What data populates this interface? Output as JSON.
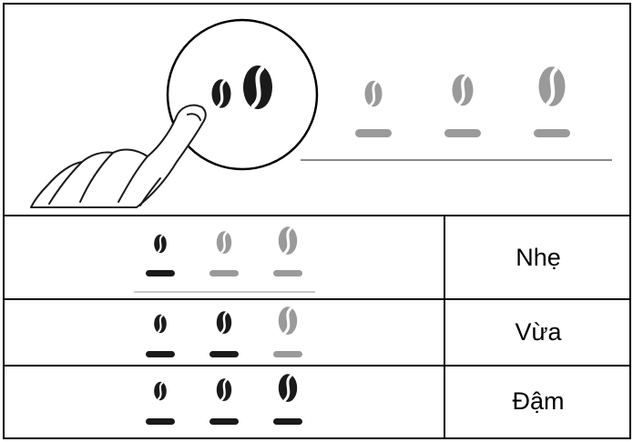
{
  "colors": {
    "active": "#1a1a1a",
    "inactive": "#9a9a9a",
    "rule": "#c8c8c8",
    "border": "#000000"
  },
  "icons": {
    "hand": "pointing-hand-icon",
    "bean": "coffee-bean-icon",
    "bar": "level-bar"
  },
  "illustration": {
    "bean_sizes": [
      1,
      2,
      3
    ],
    "pressed_button": "strength-button"
  },
  "rows": [
    {
      "label": "Nhẹ",
      "active_count": 1
    },
    {
      "label": "Vừa",
      "active_count": 2
    },
    {
      "label": "Đậm",
      "active_count": 3
    }
  ]
}
